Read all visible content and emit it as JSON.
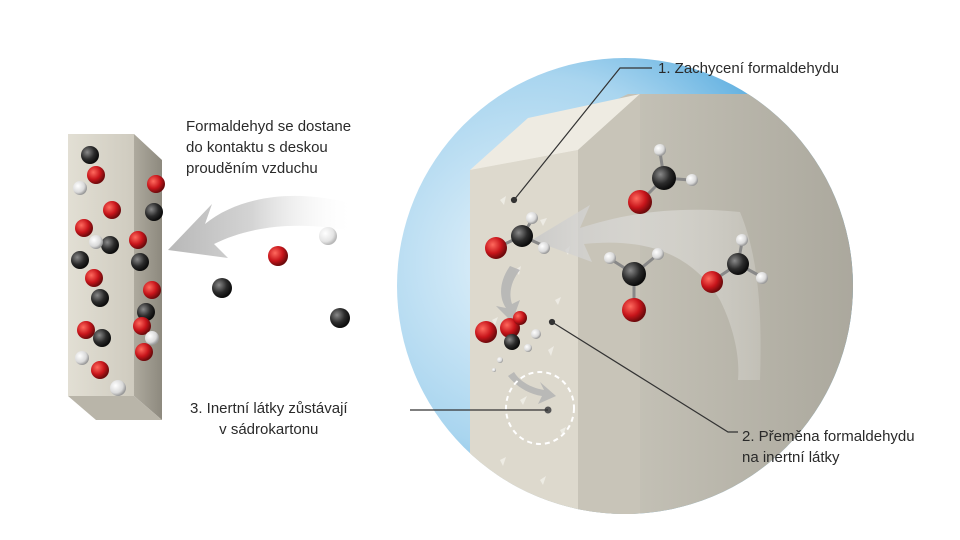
{
  "labels": {
    "intro": [
      "Formaldehyd se dostane",
      "do kontaktu s deskou",
      "prouděním vzduchu"
    ],
    "step1": "1. Zachycení formaldehydu",
    "step2": [
      "2. Přeměna formaldehydu",
      "na inertní látky"
    ],
    "step3": [
      "3. Inertní látky zůstávají",
      "v sádrokartonu"
    ]
  },
  "colors": {
    "oxygen": "#c8151b",
    "carbon": "#2b2b2b",
    "hydrogen": "#d9d9d9",
    "board": "#dcd8cc",
    "circle_sky": "#6fb8e4",
    "arrow": "#c9c9c9"
  }
}
